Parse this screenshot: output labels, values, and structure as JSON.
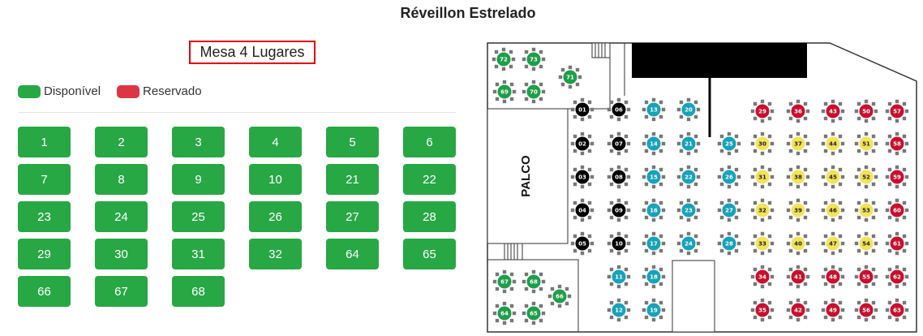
{
  "page_title": "Réveillon Estrelado",
  "section_title": "Mesa 4 Lugares",
  "legend": {
    "available": "Disponível",
    "reserved": "Reservado",
    "available_color": "#28a745",
    "reserved_color": "#dc3545"
  },
  "available_tables": [
    "1",
    "2",
    "3",
    "4",
    "5",
    "6",
    "7",
    "8",
    "9",
    "10",
    "21",
    "22",
    "23",
    "24",
    "25",
    "26",
    "27",
    "28",
    "29",
    "30",
    "31",
    "32",
    "64",
    "65",
    "66",
    "67",
    "68"
  ],
  "map": {
    "stage_label": "PALCO",
    "colors": {
      "black": "#000000",
      "teal": "#17a2b8",
      "yellow": "#f2e35a",
      "red": "#c8102e",
      "green": "#1e9e4a",
      "chair": "#777777"
    },
    "seats": [
      {
        "label": "01",
        "color": "black"
      },
      {
        "label": "02",
        "color": "black"
      },
      {
        "label": "03",
        "color": "black"
      },
      {
        "label": "04",
        "color": "black"
      },
      {
        "label": "05",
        "color": "black"
      },
      {
        "label": "06",
        "color": "black"
      },
      {
        "label": "07",
        "color": "black"
      },
      {
        "label": "08",
        "color": "black"
      },
      {
        "label": "09",
        "color": "black"
      },
      {
        "label": "10",
        "color": "black"
      },
      {
        "label": "13",
        "color": "teal"
      },
      {
        "label": "14",
        "color": "teal"
      },
      {
        "label": "15",
        "color": "teal"
      },
      {
        "label": "16",
        "color": "teal"
      },
      {
        "label": "17",
        "color": "teal"
      },
      {
        "label": "20",
        "color": "teal"
      },
      {
        "label": "21",
        "color": "teal"
      },
      {
        "label": "22",
        "color": "teal"
      },
      {
        "label": "23",
        "color": "teal"
      },
      {
        "label": "24",
        "color": "teal"
      },
      {
        "label": "25",
        "color": "teal"
      },
      {
        "label": "26",
        "color": "teal"
      },
      {
        "label": "27",
        "color": "teal"
      },
      {
        "label": "28",
        "color": "teal"
      },
      {
        "label": "29",
        "color": "red"
      },
      {
        "label": "30",
        "color": "yellow"
      },
      {
        "label": "31",
        "color": "yellow"
      },
      {
        "label": "32",
        "color": "yellow"
      },
      {
        "label": "33",
        "color": "yellow"
      },
      {
        "label": "36",
        "color": "red"
      },
      {
        "label": "37",
        "color": "yellow"
      },
      {
        "label": "38",
        "color": "yellow"
      },
      {
        "label": "39",
        "color": "yellow"
      },
      {
        "label": "40",
        "color": "yellow"
      },
      {
        "label": "43",
        "color": "red"
      },
      {
        "label": "44",
        "color": "yellow"
      },
      {
        "label": "45",
        "color": "yellow"
      },
      {
        "label": "46",
        "color": "yellow"
      },
      {
        "label": "47",
        "color": "yellow"
      },
      {
        "label": "50",
        "color": "red"
      },
      {
        "label": "51",
        "color": "yellow"
      },
      {
        "label": "52",
        "color": "yellow"
      },
      {
        "label": "53",
        "color": "yellow"
      },
      {
        "label": "54",
        "color": "yellow"
      },
      {
        "label": "57",
        "color": "red"
      },
      {
        "label": "58",
        "color": "red"
      },
      {
        "label": "59",
        "color": "red"
      },
      {
        "label": "60",
        "color": "red"
      },
      {
        "label": "61",
        "color": "red"
      },
      {
        "label": "11",
        "color": "teal"
      },
      {
        "label": "12",
        "color": "teal"
      },
      {
        "label": "18",
        "color": "teal"
      },
      {
        "label": "19",
        "color": "teal"
      },
      {
        "label": "34",
        "color": "red"
      },
      {
        "label": "35",
        "color": "red"
      },
      {
        "label": "41",
        "color": "red"
      },
      {
        "label": "42",
        "color": "red"
      },
      {
        "label": "48",
        "color": "red"
      },
      {
        "label": "49",
        "color": "red"
      },
      {
        "label": "55",
        "color": "red"
      },
      {
        "label": "56",
        "color": "red"
      },
      {
        "label": "62",
        "color": "red"
      },
      {
        "label": "63",
        "color": "red"
      },
      {
        "label": "72",
        "color": "green"
      },
      {
        "label": "73",
        "color": "green"
      },
      {
        "label": "69",
        "color": "green"
      },
      {
        "label": "70",
        "color": "green"
      },
      {
        "label": "71",
        "color": "green"
      },
      {
        "label": "67",
        "color": "green"
      },
      {
        "label": "68",
        "color": "green"
      },
      {
        "label": "64",
        "color": "green"
      },
      {
        "label": "65",
        "color": "green"
      },
      {
        "label": "66",
        "color": "green"
      }
    ]
  }
}
